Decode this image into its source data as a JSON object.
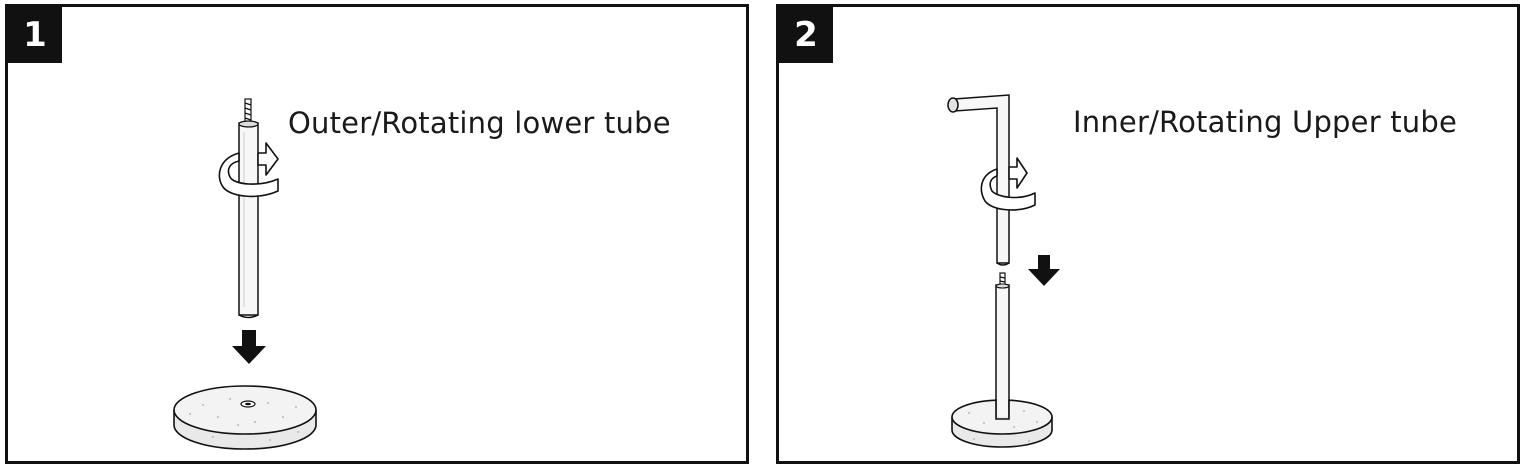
{
  "steps": [
    {
      "number": "1",
      "caption": "Outer/Rotating lower tube"
    },
    {
      "number": "2",
      "caption": "Inner/Rotating Upper tube"
    }
  ],
  "colors": {
    "ink": "#111111",
    "stone": "#f2f2f2",
    "tube": "#f7f7f7"
  },
  "icons": [
    "rotate-arrow-icon",
    "down-arrow-icon"
  ]
}
